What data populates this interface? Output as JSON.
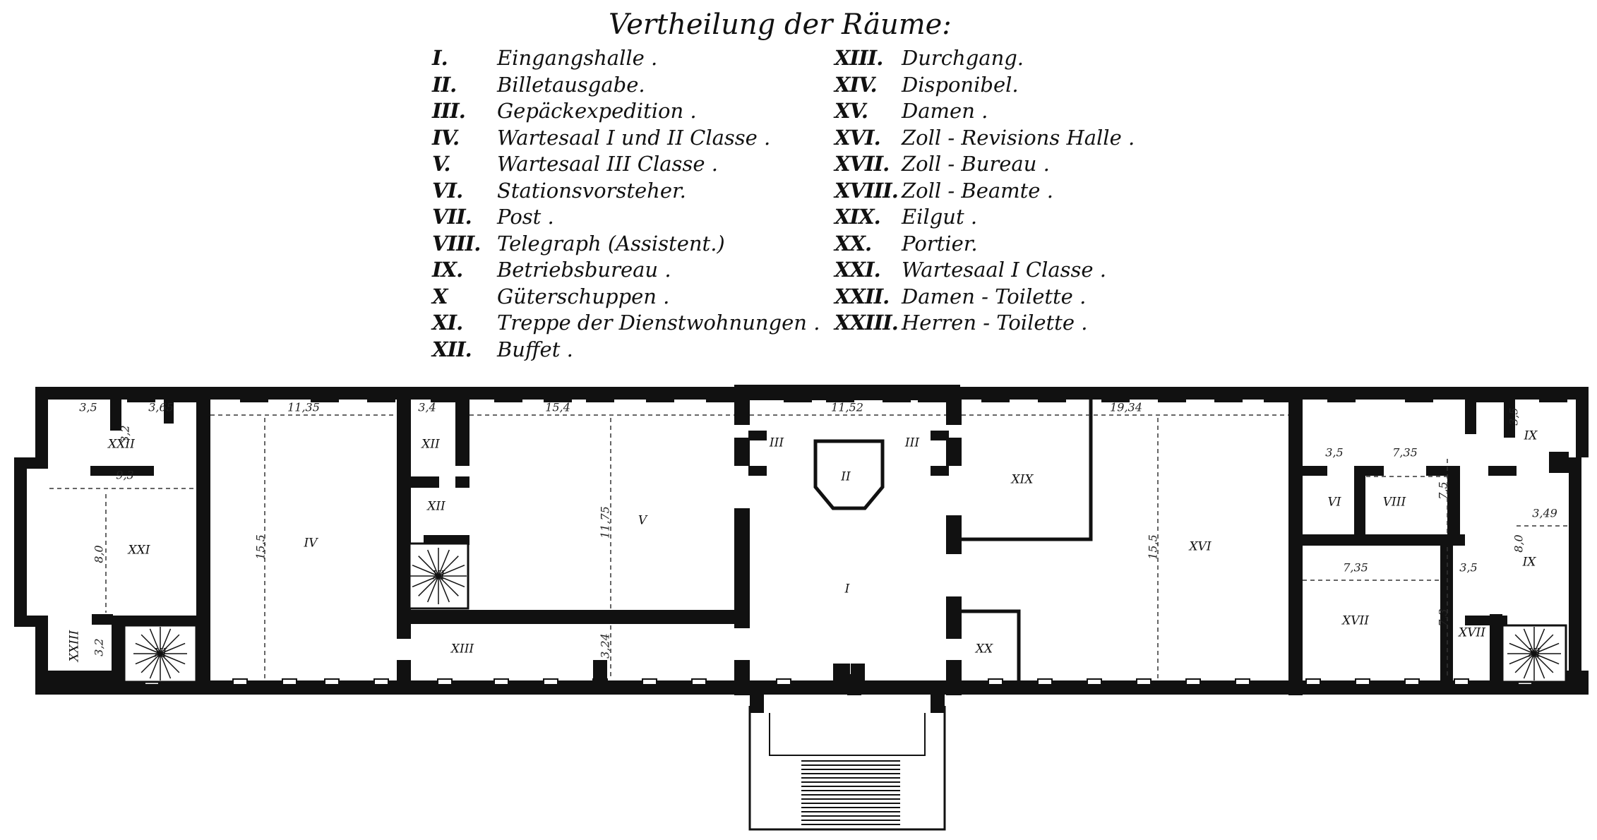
{
  "legend": {
    "title": "Vertheilung der Räume:",
    "rooms": [
      {
        "num": "I.",
        "name": "Eingangshalle ."
      },
      {
        "num": "II.",
        "name": "Billetausgabe."
      },
      {
        "num": "III.",
        "name": "Gepäckexpedition ."
      },
      {
        "num": "IV.",
        "name": "Wartesaal I und II Classe ."
      },
      {
        "num": "V.",
        "name": "Wartesaal III Classe ."
      },
      {
        "num": "VI.",
        "name": "Stationsvorsteher."
      },
      {
        "num": "VII.",
        "name": "Post ."
      },
      {
        "num": "VIII.",
        "name": "Telegraph (Assistent.)"
      },
      {
        "num": "IX.",
        "name": "Betriebsbureau ."
      },
      {
        "num": "X",
        "name": "Güterschuppen ."
      },
      {
        "num": "XI.",
        "name": "Treppe der Dienstwohnungen ."
      },
      {
        "num": "XII.",
        "name": "Buffet ."
      },
      {
        "num": "XIII.",
        "name": "Durchgang."
      },
      {
        "num": "XIV.",
        "name": "Disponibel."
      },
      {
        "num": "XV.",
        "name": "Damen ."
      },
      {
        "num": "XVI.",
        "name": "Zoll - Revisions Halle ."
      },
      {
        "num": "XVII.",
        "name": "Zoll - Bureau ."
      },
      {
        "num": "XVIII.",
        "name": "Zoll - Beamte ."
      },
      {
        "num": "XIX.",
        "name": "Eilgut ."
      },
      {
        "num": "XX.",
        "name": "Portier."
      },
      {
        "num": "XXI.",
        "name": "Wartesaal I Classe ."
      },
      {
        "num": "XXII.",
        "name": "Damen - Toilette ."
      },
      {
        "num": "XXIII.",
        "name": "Herren - Toilette ."
      }
    ]
  },
  "plan": {
    "room_labels": [
      "XXII",
      "XXI",
      "XXIII",
      "XI",
      "IV",
      "XII",
      "XII",
      "XI",
      "XIII",
      "V",
      "III",
      "II",
      "III",
      "I",
      "XIX",
      "XX",
      "XVI",
      "VI",
      "VIII",
      "XVII",
      "XVII",
      "IX",
      "IX",
      "XI"
    ],
    "dimensions": [
      "3,5",
      "3,65",
      "3,2",
      "9,3",
      "8,0",
      "3,2",
      "11,35",
      "15,5",
      "3,4",
      "15,4",
      "11,75",
      "3,24",
      "11,52",
      "19,34",
      "15,5",
      "3,5",
      "7,35",
      "7,5",
      "7,35",
      "3,5",
      "7,3",
      "3,5",
      "3,49",
      "8,0"
    ]
  }
}
